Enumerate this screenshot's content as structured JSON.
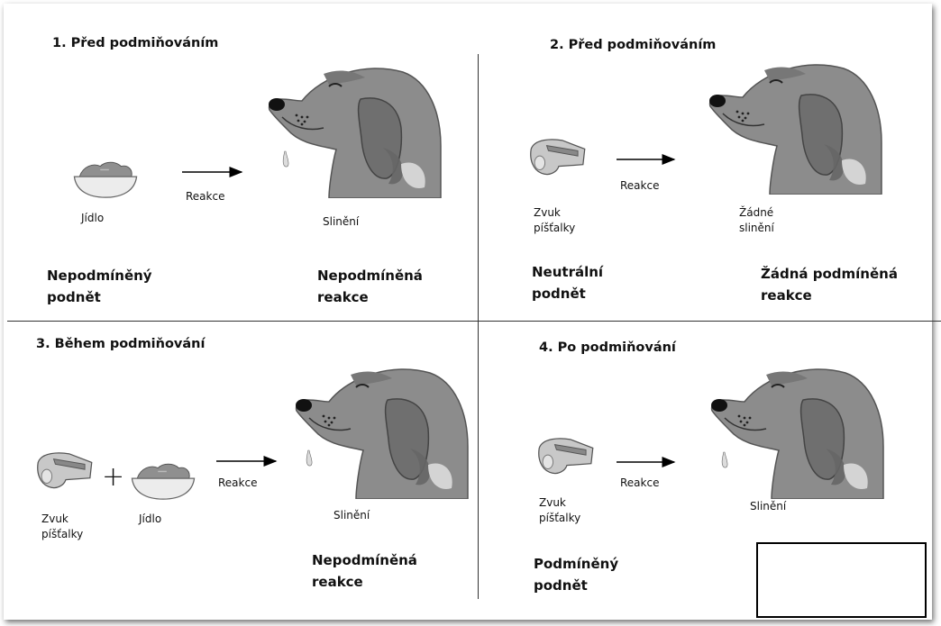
{
  "panels": [
    {
      "title": "1. Před podmiňováním",
      "stimulus_label": "Jídlo",
      "arrow_label": "Reakce",
      "response_label": "Slinění",
      "stimulus_term_line1": "Nepodmíněný",
      "stimulus_term_line2": "podnět",
      "response_term_line1": "Nepodmíněná",
      "response_term_line2": "reakce"
    },
    {
      "title": "2. Před podmiňováním",
      "stimulus_label_line1": "Zvuk",
      "stimulus_label_line2": "píšťalky",
      "arrow_label": "Reakce",
      "response_label_line1": "Žádné",
      "response_label_line2": "slinění",
      "stimulus_term_line1": "Neutrální",
      "stimulus_term_line2": "podnět",
      "response_term_line1": "Žádná podmíněná",
      "response_term_line2": "reakce"
    },
    {
      "title": "3. Během podmiňování",
      "whistle_label_line1": "Zvuk",
      "whistle_label_line2": "píšťalky",
      "plus": "+",
      "food_label": "Jídlo",
      "arrow_label": "Reakce",
      "response_label": "Slinění",
      "response_term_line1": "Nepodmíněná",
      "response_term_line2": "reakce"
    },
    {
      "title": "4. Po podmiňování",
      "stimulus_label_line1": "Zvuk",
      "stimulus_label_line2": "píšťalky",
      "arrow_label": "Reakce",
      "response_label": "Slinění",
      "stimulus_term_line1": "Podmíněný",
      "stimulus_term_line2": "podnět",
      "response_term": ""
    }
  ],
  "colors": {
    "dog_fur": "#8c8c8c",
    "dog_patch": "#6f6f6f",
    "dog_light": "#d4d4d4",
    "food": "#8f8f8f",
    "bowl": "#ececec",
    "whistle": "#c8c8c8",
    "outline": "#444444"
  }
}
